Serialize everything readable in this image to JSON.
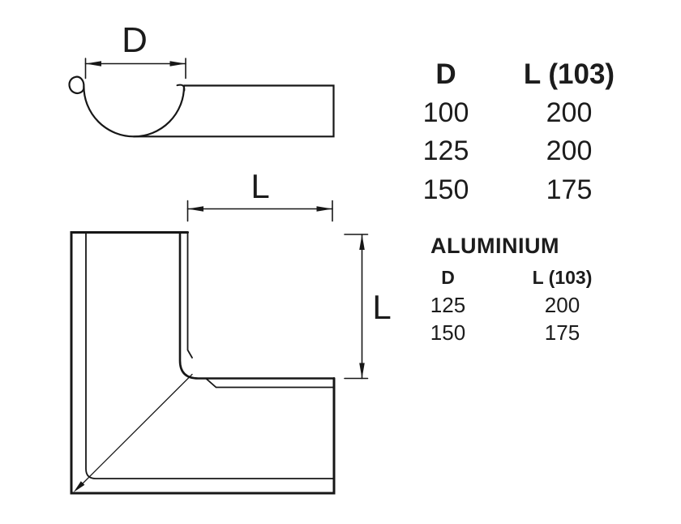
{
  "drawing": {
    "profile_view": {
      "dim_label": "D"
    },
    "corner_view": {
      "dim_horizontal_label": "L",
      "dim_vertical_label": "L"
    }
  },
  "steel_table": {
    "headers": {
      "d": "D",
      "l": "L (103)"
    },
    "rows": [
      {
        "d": "100",
        "l": "200"
      },
      {
        "d": "125",
        "l": "200"
      },
      {
        "d": "150",
        "l": "175"
      }
    ]
  },
  "aluminium_table": {
    "title": "ALUMINIUM",
    "headers": {
      "d": "D",
      "l": "L (103)"
    },
    "rows": [
      {
        "d": "125",
        "l": "200"
      },
      {
        "d": "150",
        "l": "175"
      }
    ]
  },
  "colors": {
    "line": "#171717",
    "text": "#1c1c1c",
    "background": "#ffffff"
  }
}
